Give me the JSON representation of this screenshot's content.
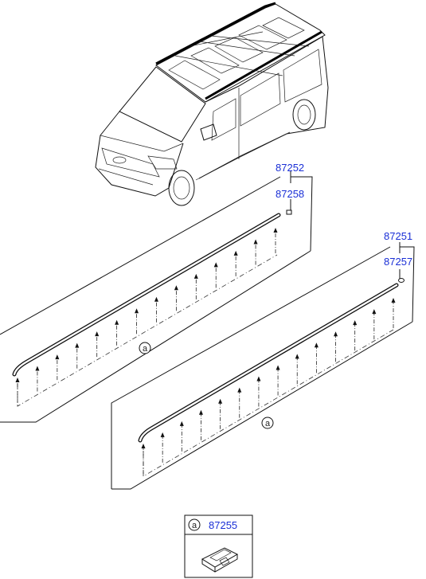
{
  "parts": {
    "p87252": "87252",
    "p87258": "87258",
    "p87251": "87251",
    "p87257": "87257",
    "p87255": "87255"
  },
  "callouts": {
    "a_upper": "a",
    "a_lower": "a",
    "a_legend": "a"
  },
  "colors": {
    "part_number": "#1a2fd6",
    "line": "#111111"
  }
}
